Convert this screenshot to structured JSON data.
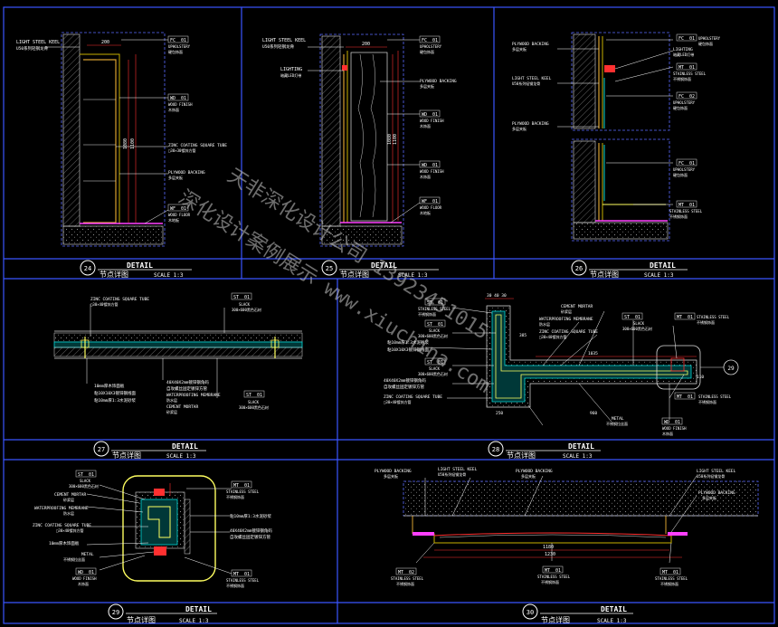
{
  "colors": {
    "background": "#000000",
    "frame": "#3a55ff",
    "wall_hatch": "#9a9a9a",
    "wall_edge": "#e0e0e0",
    "dim": "#ff3030",
    "leader": "#ffffff",
    "tag": "#d0d0d0",
    "plywood": "#c8b000",
    "steel_keel": "#d8a030",
    "floor": "#ff40ff",
    "tube": "#00d8d8",
    "stainless": "#ffff60",
    "dashed": "#5a6bff",
    "watermark": "#c8c8c8"
  },
  "titles": [
    {
      "num": "24",
      "detail": "DETAIL",
      "cn": "节点详图",
      "scale": "SCALE 1:3"
    },
    {
      "num": "25",
      "detail": "DETAIL",
      "cn": "节点详图",
      "scale": "SCALE 1:3"
    },
    {
      "num": "26",
      "detail": "DETAIL",
      "cn": "节点详图",
      "scale": "SCALE 1:3"
    },
    {
      "num": "27",
      "detail": "DETAIL",
      "cn": "节点详图",
      "scale": "SCALE 1:3"
    },
    {
      "num": "28",
      "detail": "DETAIL",
      "cn": "节点详图",
      "scale": "SCALE 1:3"
    },
    {
      "num": "29",
      "detail": "DETAIL",
      "cn": "节点详图",
      "scale": "SCALE 1:3"
    },
    {
      "num": "30",
      "detail": "DETAIL",
      "cn": "节点详图",
      "scale": "SCALE 1:3"
    }
  ],
  "watermark": {
    "line1": "天非深化设计公司 13923451015",
    "line2": "深化设计案例展示 www.xiuchina.com"
  },
  "d24": {
    "keel": "LIGHT STEEL KEEL",
    "keel_cn": "U50系列轻钢龙骨",
    "dim_w": "200",
    "dim_h1": "1080",
    "dim_h2": "1100",
    "fc": "FC",
    "fc_n": "01",
    "fc_t": "UPHOLSTERY",
    "fc_c": "硬包饰面",
    "wd": "WD",
    "wd_n": "01",
    "wd_t": "WOOD FINISH",
    "wd_c": "木饰面",
    "zinc": "ZINC COATING SQUARE TUBE",
    "zinc_c": "□30×30镀锌方管",
    "ply": "PLYWOOD BACKING",
    "ply_c": "多层夹板",
    "wf": "WF",
    "wf_n": "01",
    "wf_t": "WOOD FLOOR",
    "wf_c": "木地板"
  },
  "d25": {
    "keel": "LIGHT STEEL KEEL",
    "keel_cn": "U50系列轻钢龙骨",
    "dim_w": "200",
    "light": "LIGHTING",
    "light_c": "暗藏LED灯带",
    "dim_h1": "1080",
    "dim_h2": "1100",
    "fc": "FC",
    "fc_n": "01",
    "fc_t": "UPHOLSTERY",
    "fc_c": "硬包饰面",
    "ply": "PLYWOOD BACKING",
    "ply_c": "多层夹板",
    "wd": "WD",
    "wd_n": "01",
    "wd_t": "WOOD FINISH",
    "wd_c": "木饰面",
    "wd2": "WD",
    "wd2_n": "01",
    "wd2_t": "WOOD FINISH",
    "wd2_c": "木饰面",
    "wf": "WF",
    "wf_n": "01",
    "wf_t": "WOOD FLOOR",
    "wf_c": "木地板"
  },
  "d26": {
    "ply1": "PLYWOOD BACKING",
    "ply1_c": "多层夹板",
    "keel": "LIGHT STEEL KEEL",
    "keel_cn": "U50系列轻钢龙骨",
    "ply2": "PLYWOOD BACKING",
    "ply2_c": "多层夹板",
    "light": "LIGHTING",
    "light_c": "暗藏LED灯带",
    "fc1": "FC",
    "fc1_n": "01",
    "fc1_t": "UPHOLSTERY",
    "fc1_c": "硬包饰面",
    "mt1": "MT",
    "mt1_n": "01",
    "mt1_t": "STAINLESS STEEL",
    "mt1_c": "不锈钢饰面",
    "fc2": "FC",
    "fc2_n": "02",
    "fc2_t": "UPHOLSTERY",
    "fc2_c": "硬包饰面",
    "fc3": "FC",
    "fc3_n": "01",
    "fc3_t": "UPHOLSTERY",
    "fc3_c": "硬包饰面",
    "mt2": "MT",
    "mt2_n": "01",
    "mt2_t": "STAINLESS STEEL",
    "mt2_c": "不锈钢饰面"
  },
  "d27": {
    "zinc": "ZINC COATING SQUARE TUBE",
    "zinc_c": "□30×40镀锌方管",
    "st1": "ST",
    "st1_n": "01",
    "st1_t": "SLACK",
    "st1_c": "300×600黑色石材",
    "n1": "10mm厚木饰面板",
    "n2": "粘10X10X3镀锌钢线面",
    "n3": "粘10mm厚1:3水泥砂浆",
    "r1": "40X40X2mm镀锌钢角码",
    "r2": "自攻螺丝固定镀锌方管",
    "wp": "WATERPROOFING MEMBRANE",
    "wp_c": "防水层",
    "cm": "CEMENT MORTAR",
    "cm_c": "砂浆层",
    "st2": "ST",
    "st2_n": "01",
    "st2_t": "SLACK",
    "st2_c": "300×600黑色石材"
  },
  "d28": {
    "dim_top": "30 40 30",
    "st1": "ST",
    "st1_n": "01",
    "st1_t": "STAINLESS STEEL",
    "st1_c": "不锈钢饰面",
    "st2": "ST",
    "st2_n": "01",
    "st2_t": "SLACK",
    "st2_c": "300×600黑色石材",
    "n1": "粘10mm厚1:3水泥砂浆",
    "n2": "粘10X10X3镀锌钢线面",
    "st3": "ST",
    "st3_n": "01",
    "st3_t": "SLACK",
    "st3_c": "300×600黑色石材",
    "n3": "40X40X2mm镀锌钢角码",
    "n4": "自攻螺丝固定镀锌方管",
    "zinc": "ZINC COATING SQUARE TUBE",
    "zinc_c": "□30×40镀锌方管",
    "cm": "CEMENT MORTAR",
    "cm_c": "砂浆层",
    "wp": "WATERPROOFING MEMBRANE",
    "wp_c": "防水层",
    "zinc2": "ZINC COATING SQUARE TUBE",
    "zinc2_c": "□30×40镀锌方管",
    "st4": "ST",
    "st4_n": "01",
    "st4_t": "SLACK",
    "st4_c": "300×600黑色石材",
    "mt1": "MT",
    "mt1_n": "01",
    "mt1_t": "STAINLESS STEEL",
    "mt1_c": "不锈钢饰面",
    "mt2": "MT",
    "mt2_n": "01",
    "mt2_t": "STAINLESS STEEL",
    "mt2_c": "不锈钢饰面",
    "metal": "METAL",
    "metal_c": "不锈钢拉丝面",
    "wd": "WD",
    "wd_n": "01",
    "wd_t": "WOOD FINISH",
    "wd_c": "木饰面",
    "dim1": "1035",
    "dim2": "250",
    "dim3": "960",
    "dim4": "385",
    "dim5": "110",
    "ref": "29"
  },
  "d29": {
    "st": "ST",
    "st_n": "01",
    "st_t": "SLACK",
    "st_c": "300×600黑色石材",
    "cm": "CEMENT MORTAR",
    "cm_c": "砂浆层",
    "wp": "WATERPROOFING MEMBRANE",
    "wp_c": "防水层",
    "zinc": "ZINC COATING SQUARE TUBE",
    "zinc_c": "□30×40镀锌方管",
    "n1": "10mm厚木饰面板",
    "metal": "METAL",
    "metal_c": "不锈钢拉丝面",
    "mt1": "MT",
    "mt1_n": "01",
    "mt1_t": "STAINLESS STEEL",
    "mt1_c": "不锈钢饰面",
    "r1": "粘10mm厚1:3水泥砂浆",
    "r2": "40X40X2mm镀锌钢角码",
    "r3": "自攻螺丝固定镀锌方管",
    "wd": "WD",
    "wd_n": "01",
    "wd_t": "WOOD FINISH",
    "wd_c": "木饰面",
    "mt2": "MT",
    "mt2_n": "01",
    "mt2_t": "STAINLESS STEEL",
    "mt2_c": "不锈钢饰面"
  },
  "d30": {
    "ply1": "PLYWOOD BACKING",
    "ply1_c": "多层夹板",
    "keel": "LIGHT STEEL KEEL",
    "keel_cn": "U50系列轻钢龙骨",
    "ply2": "PLYWOOD BACKING",
    "ply2_c": "多层夹板",
    "keel2": "LIGHT STEEL KEEL",
    "keel2_cn": "U50系列轻钢龙骨",
    "ply3": "PLYWOOD BACKING",
    "ply3_c": "多层夹板",
    "dim1": "1180",
    "dim2": "1230",
    "mt1": "MT",
    "mt1_n": "02",
    "mt1_t": "STAINLESS STEEL",
    "mt1_c": "不锈钢饰面",
    "mt2": "MT",
    "mt2_n": "01",
    "mt2_t": "STAINLESS STEEL",
    "mt2_c": "不锈钢饰面",
    "mt3": "MT",
    "mt3_n": "01",
    "mt3_t": "STAINLESS STEEL",
    "mt3_c": "不锈钢饰面"
  }
}
